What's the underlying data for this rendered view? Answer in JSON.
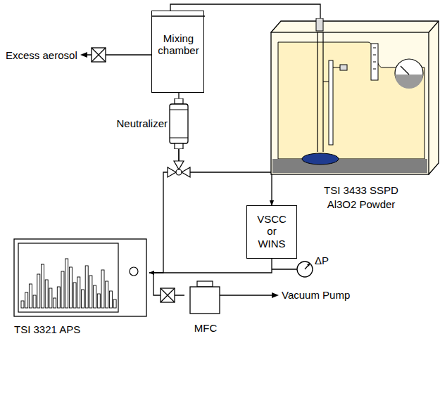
{
  "diagram": {
    "nodes": [
      {
        "text": [
          "Mixing chamber"
        ]
      },
      {
        "text": [
          "TSI 3433 SSPD",
          "Al3O2 Powder"
        ]
      },
      {
        "text": [
          "Neutralizer"
        ]
      },
      {
        "text": [
          "VSCC or WINS"
        ]
      },
      {
        "text": [
          "TSI 3321 APS"
        ]
      },
      {
        "text": [
          "MFC"
        ]
      }
    ],
    "edges": [
      {
        "from": 1,
        "to": 0,
        "arrow": "none"
      },
      {
        "from": 0,
        "to": 2,
        "arrow": "none"
      },
      {
        "from": 2,
        "to": 3,
        "arrow": "to"
      },
      {
        "from": 2,
        "to": 4,
        "arrow": "to"
      },
      {
        "from": 3,
        "to": 4,
        "arrow": "none"
      },
      {
        "from": 4,
        "to": 5,
        "arrow": "none"
      }
    ],
    "labels": [
      "Excess aerosol",
      "ΔP",
      "Vacuum Pump"
    ]
  }
}
